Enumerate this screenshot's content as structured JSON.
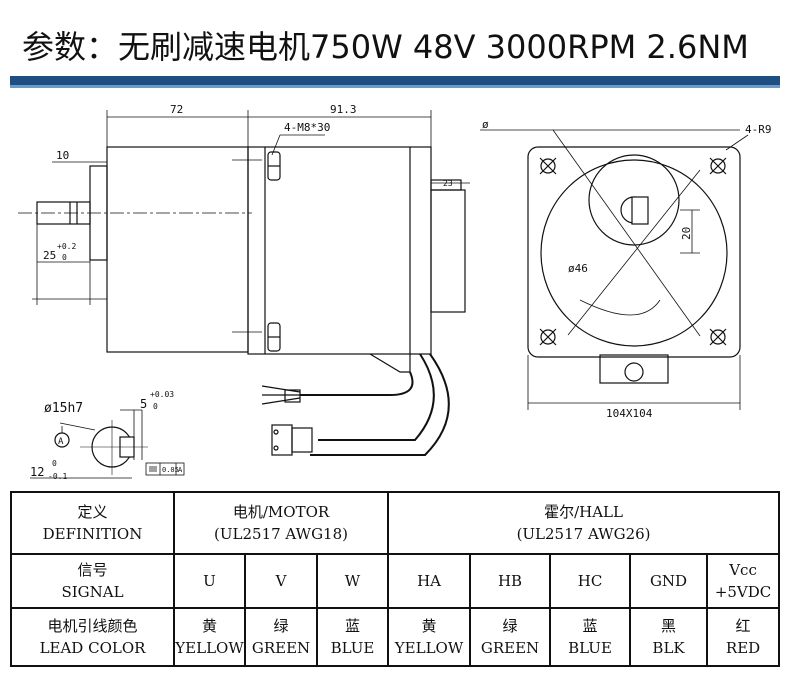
{
  "title": "参数：无刷减速电机750W 48V 3000RPM 2.6NM",
  "drawing": {
    "dim_72": "72",
    "dim_91_3": "91.3",
    "dim_4_m8x30": "4-M8*30",
    "dim_10": "10",
    "dim_25": "25",
    "dim_25_tol_upper": "+0.2",
    "dim_25_tol_lower": "0",
    "dim_23": "23",
    "dim_phi": "ø",
    "dim_4_r9": "4-R9",
    "dim_20": "20",
    "dim_phi46": "ø46",
    "dim_104x104": "104X104",
    "dim_phi15h7": "ø15h7",
    "datum_a": "A",
    "dim_5": "5",
    "dim_5_tol_upper": "+0.03",
    "dim_5_tol_lower": "0",
    "dim_12": "12",
    "dim_12_tol_upper": "0",
    "dim_12_tol_lower": "-0.1",
    "tol_value": "0.05",
    "tol_datum": "A"
  },
  "table": {
    "row1": {
      "definition_cn": "定义",
      "definition_en": "DEFINITION",
      "motor_cn": "电机/MOTOR",
      "motor_spec": "(UL2517  AWG18)",
      "hall_cn": "霍尔/HALL",
      "hall_spec": "(UL2517  AWG26)"
    },
    "row2": {
      "label_cn": "信号",
      "label_en": "SIGNAL",
      "cells": [
        "U",
        "V",
        "W",
        "HA",
        "HB",
        "HC",
        "GND"
      ],
      "vcc_1": "Vcc",
      "vcc_2": "+5VDC"
    },
    "row3": {
      "label_cn": "电机引线颜色",
      "label_en": "LEAD COLOR",
      "cells": [
        {
          "cn": "黄",
          "en": "YELLOW"
        },
        {
          "cn": "绿",
          "en": "GREEN"
        },
        {
          "cn": "蓝",
          "en": "BLUE"
        },
        {
          "cn": "黄",
          "en": "YELLOW"
        },
        {
          "cn": "绿",
          "en": "GREEN"
        },
        {
          "cn": "蓝",
          "en": "BLUE"
        },
        {
          "cn": "黑",
          "en": "BLK"
        },
        {
          "cn": "红",
          "en": "RED"
        }
      ]
    }
  }
}
